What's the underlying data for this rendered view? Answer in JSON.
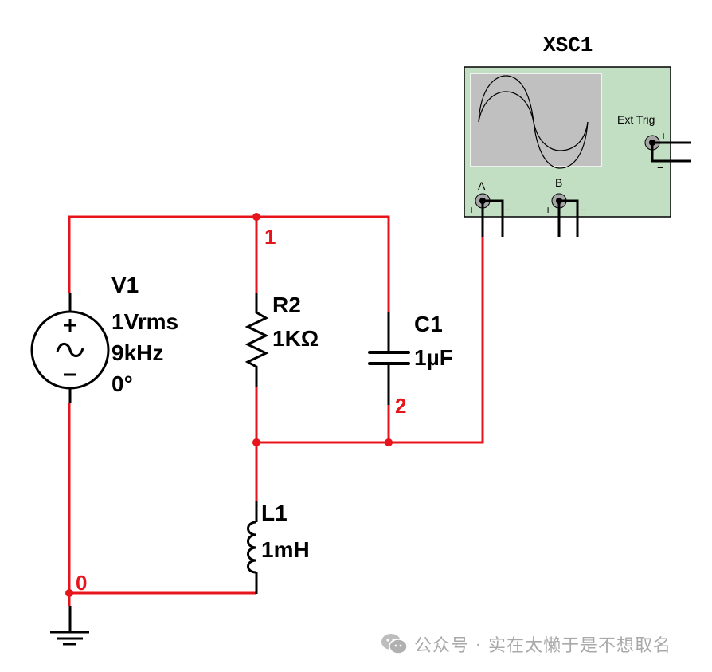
{
  "colors": {
    "wire": "#e8141c",
    "component": "#000000",
    "scope_body": "#c3dfc3",
    "scope_screen": "#c0c0c0",
    "watermark": "#a9a9a9"
  },
  "components": {
    "source": {
      "ref": "V1",
      "amplitude": "1Vrms",
      "frequency": "9kHz",
      "phase": "0°",
      "icon": "ac-voltage-source-icon"
    },
    "resistor": {
      "ref": "R2",
      "value": "1KΩ",
      "icon": "resistor-icon"
    },
    "capacitor": {
      "ref": "C1",
      "value": "1µF",
      "icon": "capacitor-icon"
    },
    "inductor": {
      "ref": "L1",
      "value": "1mH",
      "icon": "inductor-icon"
    },
    "ground": {
      "icon": "ground-icon"
    }
  },
  "nodes": {
    "n0": "0",
    "n1": "1",
    "n2": "2"
  },
  "oscilloscope": {
    "ref": "XSC1",
    "channel_a": "A",
    "channel_b": "B",
    "ext_trig": "Ext Trig",
    "plus": "+",
    "minus": "−"
  },
  "source_symbols": {
    "plus": "+",
    "minus": "−"
  },
  "watermark": {
    "text": "公众号 · 实在太懒于是不想取名",
    "icon": "wechat-icon"
  }
}
